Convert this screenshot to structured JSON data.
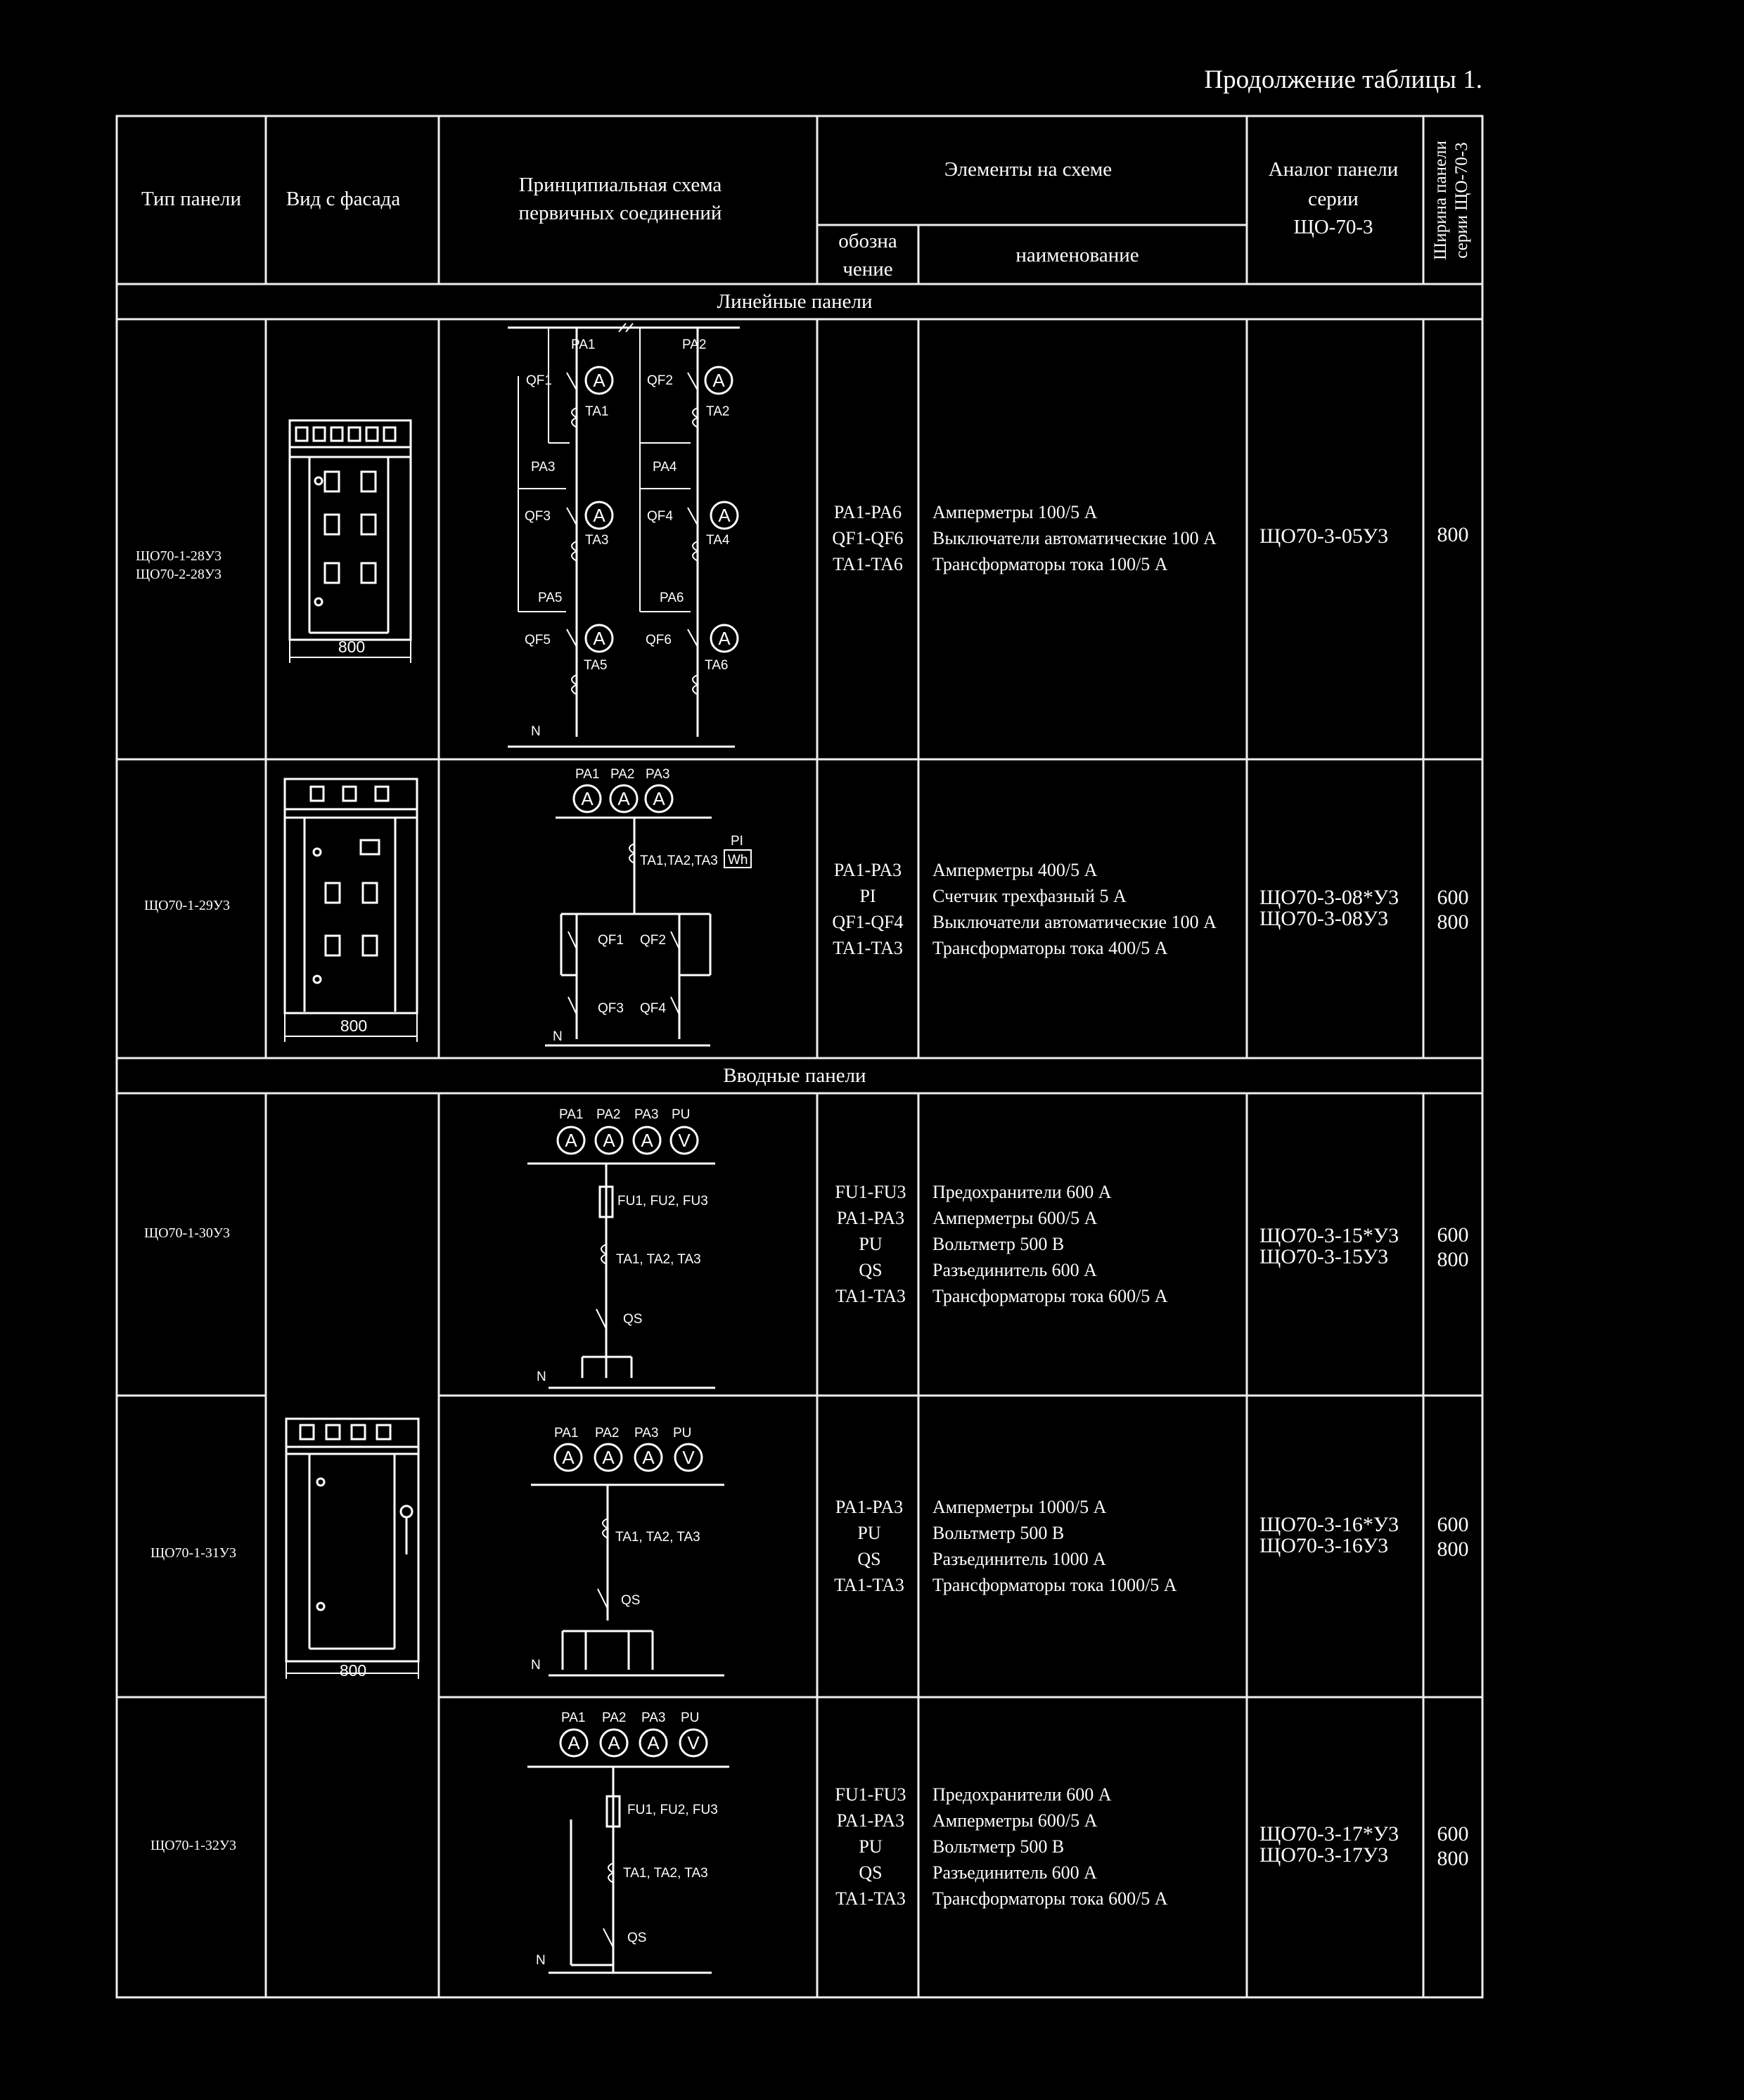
{
  "page": {
    "title": "Продолжение таблицы 1."
  },
  "table": {
    "headers": {
      "type": "Тип панели",
      "facade": "Вид с фасада",
      "scheme_line1": "Принципиальная схема",
      "scheme_line2": "первичных соединений",
      "elements": "Элементы на схеме",
      "designation_line1": "обозна",
      "designation_line2": "чение",
      "name": "наименование",
      "analog_line1": "Аналог панели",
      "analog_line2": "серии",
      "analog_line3": "ЩО-70-3",
      "width_line1": "Ширина панели",
      "width_line2": "серии ЩО-70-3"
    },
    "sections": {
      "linear": "Линейные панели",
      "input": "Вводные панели"
    },
    "rows": [
      {
        "types": [
          "ЩО70-1-28У3",
          "ЩО70-2-28У3"
        ],
        "facade_width": "800",
        "designations": [
          "PA1-PA6",
          "QF1-QF6",
          "TA1-TA6"
        ],
        "names": [
          "Амперметры 100/5 А",
          "Выключатели автоматические 100 А",
          "Трансформаторы тока 100/5 А"
        ],
        "analogs": [
          "ЩО70-3-05У3"
        ],
        "widths": [
          "800"
        ],
        "scheme_labels": {
          "pa": [
            "PA1",
            "PA2",
            "PA3",
            "PA4",
            "PA5",
            "PA6"
          ],
          "qf": [
            "QF1",
            "QF2",
            "QF3",
            "QF4",
            "QF5",
            "QF6"
          ],
          "ta": [
            "TA1",
            "TA2",
            "TA3",
            "TA4",
            "TA5",
            "TA6"
          ],
          "meter": "A",
          "neutral": "N"
        }
      },
      {
        "types": [
          "ЩО70-1-29У3"
        ],
        "facade_width": "800",
        "designations": [
          "PA1-PA3",
          "PI",
          "QF1-QF4",
          "TA1-TA3"
        ],
        "names": [
          "Амперметры 400/5 А",
          "Счетчик трехфазный 5 А",
          "Выключатели автоматические 100 А",
          "Трансформаторы тока 400/5 А"
        ],
        "analogs": [
          "ЩО70-3-08*У3",
          "ЩО70-3-08У3"
        ],
        "widths": [
          "600",
          "800"
        ],
        "scheme_labels": {
          "pa": [
            "PA1",
            "PA2",
            "PA3"
          ],
          "ta": "TA1,TA2,TA3",
          "pi": "PI",
          "wh": "Wh",
          "qf": [
            "QF1",
            "QF2",
            "QF3",
            "QF4"
          ],
          "meter": "A",
          "neutral": "N"
        }
      },
      {
        "types": [
          "ЩО70-1-30У3"
        ],
        "designations": [
          "FU1-FU3",
          "PA1-PA3",
          "PU",
          "QS",
          "TA1-TA3"
        ],
        "names": [
          "Предохранители 600 А",
          "Амперметры 600/5 А",
          "Вольтметр 500 В",
          "Разъединитель 600 А",
          "Трансформаторы тока 600/5 А"
        ],
        "analogs": [
          "ЩО70-3-15*У3",
          "ЩО70-3-15У3"
        ],
        "widths": [
          "600",
          "800"
        ],
        "scheme_labels": {
          "meters": [
            "PA1",
            "PA2",
            "PA3",
            "PU"
          ],
          "meter_symbols": [
            "A",
            "A",
            "A",
            "V"
          ],
          "fu": "FU1, FU2, FU3",
          "ta": "TA1, TA2, TA3",
          "qs": "QS",
          "neutral": "N"
        }
      },
      {
        "types": [
          "ЩО70-1-31У3"
        ],
        "designations": [
          "PA1-PA3",
          "PU",
          "QS",
          "TA1-TA3"
        ],
        "names": [
          "Амперметры 1000/5 А",
          "Вольтметр 500 В",
          "Разъединитель 1000 А",
          "Трансформаторы тока 1000/5 А"
        ],
        "analogs": [
          "ЩО70-3-16*У3",
          "ЩО70-3-16У3"
        ],
        "widths": [
          "600",
          "800"
        ],
        "scheme_labels": {
          "meters": [
            "PA1",
            "PA2",
            "PA3",
            "PU"
          ],
          "meter_symbols": [
            "A",
            "A",
            "A",
            "V"
          ],
          "ta": "TA1, TA2, TA3",
          "qs": "QS",
          "neutral": "N"
        }
      },
      {
        "types": [
          "ЩО70-1-32У3"
        ],
        "designations": [
          "FU1-FU3",
          "PA1-PA3",
          "PU",
          "QS",
          "TA1-TA3"
        ],
        "names": [
          "Предохранители 600 А",
          "Амперметры 600/5 А",
          "Вольтметр 500 В",
          "Разъединитель 600 А",
          "Трансформаторы тока 600/5 А"
        ],
        "analogs": [
          "ЩО70-3-17*У3",
          "ЩО70-3-17У3"
        ],
        "widths": [
          "600",
          "800"
        ],
        "scheme_labels": {
          "meters": [
            "PA1",
            "PA2",
            "PA3",
            "PU"
          ],
          "meter_symbols": [
            "A",
            "A",
            "A",
            "V"
          ],
          "fu": "FU1, FU2, FU3",
          "ta": "TA1, TA2, TA3",
          "qs": "QS",
          "neutral": "N"
        }
      }
    ],
    "input_facade_width": "800"
  }
}
